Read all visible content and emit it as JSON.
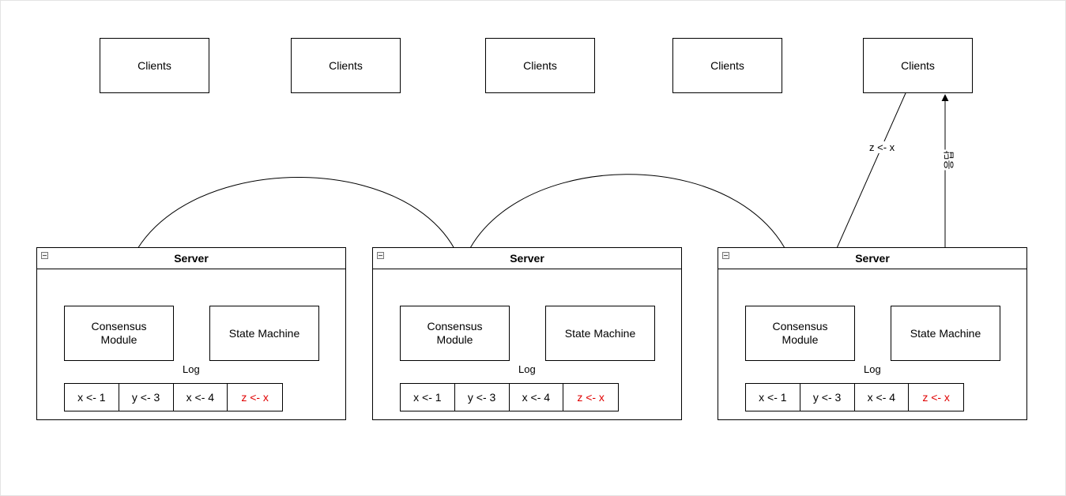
{
  "clients": [
    "Clients",
    "Clients",
    "Clients",
    "Clients",
    "Clients"
  ],
  "servers": [
    {
      "title": "Server",
      "consensus_label": "Consensus Module",
      "state_machine_label": "State Machine",
      "log_label": "Log",
      "log_entries": [
        {
          "text": "x <- 1",
          "highlight": false
        },
        {
          "text": "y <- 3",
          "highlight": false
        },
        {
          "text": "x <- 4",
          "highlight": false
        },
        {
          "text": "z <- x",
          "highlight": true
        }
      ]
    },
    {
      "title": "Server",
      "consensus_label": "Consensus Module",
      "state_machine_label": "State Machine",
      "log_label": "Log",
      "log_entries": [
        {
          "text": "x <- 1",
          "highlight": false
        },
        {
          "text": "y <- 3",
          "highlight": false
        },
        {
          "text": "x <- 4",
          "highlight": false
        },
        {
          "text": "z <- x",
          "highlight": true
        }
      ]
    },
    {
      "title": "Server",
      "consensus_label": "Consensus Module",
      "state_machine_label": "State Machine",
      "log_label": "Log",
      "log_entries": [
        {
          "text": "x <- 1",
          "highlight": false
        },
        {
          "text": "y <- 3",
          "highlight": false
        },
        {
          "text": "x <- 4",
          "highlight": false
        },
        {
          "text": "z <- x",
          "highlight": true
        }
      ]
    }
  ],
  "edge_labels": {
    "request": "z <- x",
    "response": "응답"
  },
  "colors": {
    "stroke": "#000000",
    "highlight_text": "#e00000",
    "background": "#ffffff"
  }
}
